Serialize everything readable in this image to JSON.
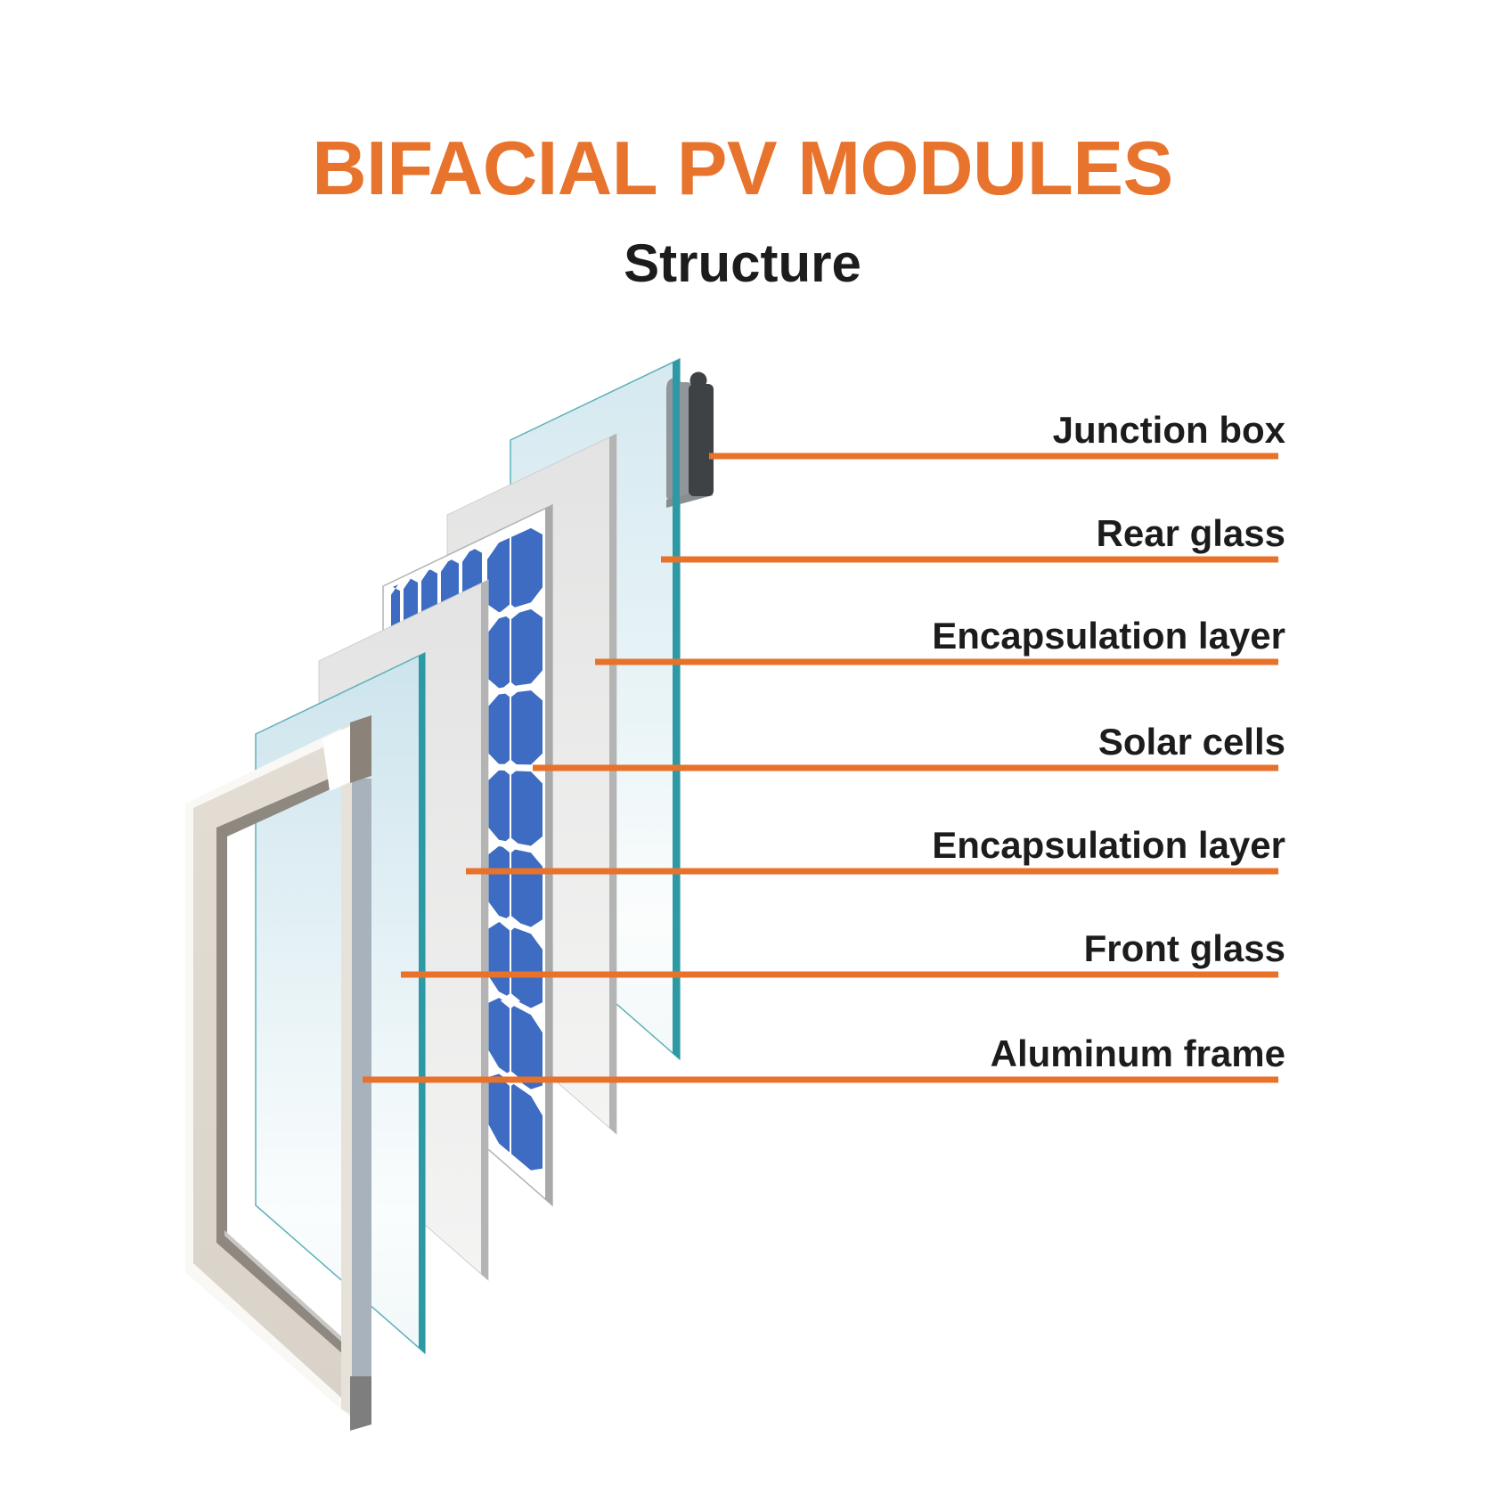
{
  "title": "BIFACIAL PV MODULES",
  "subtitle": "Structure",
  "labels": [
    {
      "text": "Junction box"
    },
    {
      "text": "Rear glass"
    },
    {
      "text": "Encapsulation layer"
    },
    {
      "text": "Solar cells"
    },
    {
      "text": "Encapsulation layer"
    },
    {
      "text": "Front glass"
    },
    {
      "text": "Aluminum frame"
    }
  ],
  "colors": {
    "title_orange": "#E8732C",
    "leader_line_orange": "#E8722A",
    "glass_edge_teal": "#2D99A4",
    "glass_fill_blue": "#D5E9F0",
    "solar_cell_blue": "#3D6CC2",
    "encapsulation_gray": "#ECECEC",
    "panel_edge_gray": "#B4B4B4",
    "junction_box_dark": "#3E4245",
    "junction_box_gray": "#90969A",
    "frame_cream": "#DDD7CD",
    "frame_bevel_gray": "#8F8881",
    "frame_side_bluegray": "#A8B2BC",
    "text_black": "#1C1C1C",
    "background": "#FFFFFF"
  }
}
